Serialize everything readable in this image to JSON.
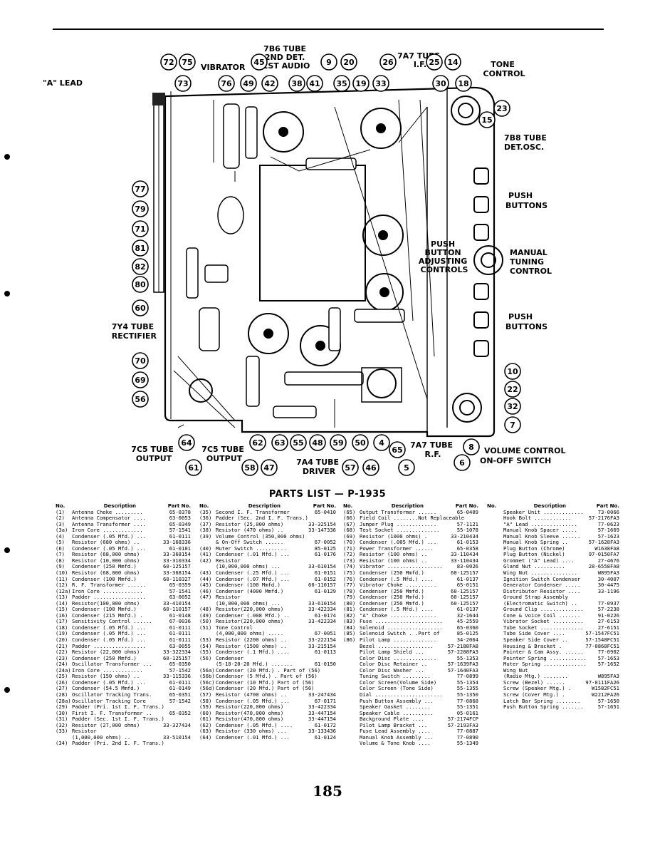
{
  "diagram": {
    "labels": {
      "a_lead": "\"A\" LEAD",
      "vibrator": "VIBRATOR",
      "tube_7b6": [
        "7B6 TUBE",
        "2ND DET.",
        "1ST AUDIO"
      ],
      "tube_7a7_if": [
        "7A7 TUBE",
        "I.F."
      ],
      "tone_control": [
        "TONE",
        "CONTROL"
      ],
      "tube_7b8": [
        "7B8 TUBE",
        "DET.OSC."
      ],
      "push_buttons_upper": [
        "PUSH",
        "BUTTONS"
      ],
      "push_button_adjusting": [
        "PUSH",
        "BUTTON",
        "ADJUSTING",
        "CONTROLS"
      ],
      "manual_tuning": [
        "MANUAL",
        "TUNING",
        "CONTROL"
      ],
      "push_buttons_lower": [
        "PUSH",
        "BUTTONS"
      ],
      "tube_7y4": [
        "7Y4 TUBE",
        "RECTIFIER"
      ],
      "tube_7c5_left": [
        "7C5 TUBE",
        "OUTPUT"
      ],
      "tube_7c5_mid": [
        "7C5 TUBE",
        "OUTPUT"
      ],
      "tube_7a4": [
        "7A4 TUBE",
        "DRIVER"
      ],
      "tube_7a7_rf": [
        "7A7 TUBE",
        "R.F."
      ],
      "volume_control": [
        "VOLUME CONTROL",
        "ON-OFF SWITCH"
      ]
    },
    "callouts": [
      "72",
      "75",
      "45",
      "9",
      "20",
      "26",
      "25",
      "14",
      "73",
      "76",
      "49",
      "42",
      "38",
      "41",
      "35",
      "19",
      "33",
      "30",
      "18",
      "23",
      "15",
      "77",
      "79",
      "71",
      "81",
      "82",
      "80",
      "60",
      "70",
      "69",
      "56",
      "64",
      "61",
      "62",
      "63",
      "55",
      "48",
      "59",
      "50",
      "4",
      "65",
      "8",
      "6",
      "58",
      "47",
      "57",
      "46",
      "5",
      "10",
      "22",
      "32",
      "7"
    ]
  },
  "parts_list": {
    "title": "PARTS LIST — P-1935",
    "headers": {
      "no": "No.",
      "description": "Description",
      "part_no": "Part No."
    },
    "columns": [
      [
        [
          "(1)",
          "Antenna Choke .........",
          "65-0378"
        ],
        [
          "(2)",
          "Antenna Compensator ....",
          "63-0053"
        ],
        [
          "(3)",
          "Antenna Transformer ....",
          "65-0349"
        ],
        [
          "(3a)",
          "Iron Core .............",
          "57-1541"
        ],
        [
          "(4)",
          "Condenser (.05 Mfd.) ...",
          "61-0111"
        ],
        [
          "(5)",
          "Resistor (680 ohms) ..",
          "33-168336"
        ],
        [
          "(6)",
          "Condenser (.05 Mfd.) ...",
          "61-0101"
        ],
        [
          "(7)",
          "Resistor (68,000 ohms)",
          "33-368154"
        ],
        [
          "(8)",
          "Resistor (10,000 ohms)",
          "33-310334"
        ],
        [
          "(9)",
          "Condenser (250 Mmfd.)",
          "60-125157"
        ],
        [
          "(10)",
          "Resistor (68,000 ohms)",
          "33-368154"
        ],
        [
          "(11)",
          "Condenser (100 Mmfd.)",
          "60-110327"
        ],
        [
          "(12)",
          "R. F. Transformer ......",
          "65-0359"
        ],
        [
          "(12a)",
          "Iron Core .............",
          "57-1541"
        ],
        [
          "(13)",
          "Padder .................",
          "63-0052"
        ],
        [
          "(14)",
          "Resistor(100,000 ohms)",
          "33-410154"
        ],
        [
          "(15)",
          "Condenser (100 Mmfd.)",
          "60-110157"
        ],
        [
          "(16)",
          "Condenser (215 Mmfd.) .",
          "61-0148"
        ],
        [
          "(17)",
          "Sensitivity Control ......",
          "67-0036"
        ],
        [
          "(18)",
          "Condenser (.05 Mfd.) ...",
          "61-0111"
        ],
        [
          "(19)",
          "Condenser (.05 Mfd.) ...",
          "61-0111"
        ],
        [
          "(20)",
          "Condenser (.05 Mfd.) ...",
          "61-0111"
        ],
        [
          "(21)",
          "Padder .................",
          "63-0055"
        ],
        [
          "(22)",
          "Resistor (22,000 ohms)",
          "33-322334"
        ],
        [
          "(23)",
          "Condenser (250 Mmfd.)",
          "60-125157"
        ],
        [
          "(24)",
          "Oscillator Transformer ...",
          "65-0350"
        ],
        [
          "(24a)",
          "Iron Core .............",
          "57-1542"
        ],
        [
          "(25)",
          "Resistor (150 ohms) ..",
          "33-115336"
        ],
        [
          "(26)",
          "Condenser (.05 Mfd.) ...",
          "61-0111"
        ],
        [
          "(27)",
          "Condenser (54.5 Mmfd.)",
          "61-0149"
        ],
        [
          "(28)",
          "Oscillator Tracking Trans.",
          "65-0351"
        ],
        [
          "(28a)",
          "Oscillator Tracking Core",
          "57-1542"
        ],
        [
          "(29)",
          "Padder (Pri. 1st I. F. Trans.)",
          ""
        ],
        [
          "(30)",
          "First I. F. Transformer ..",
          "65-0352"
        ],
        [
          "(31)",
          "Padder (Sec. 1st I. F. Trans.)",
          ""
        ],
        [
          "(32)",
          "Resistor (27,000 ohms)",
          "33-327434"
        ],
        [
          "(33)",
          "Resistor",
          ""
        ],
        [
          "",
          "(1,000,000 ohms) ..",
          "33-510154"
        ],
        [
          "(34)",
          "Padder (Pri. 2nd I. F. Trans.)",
          ""
        ]
      ],
      [
        [
          "(35)",
          "Second I. F. Transformer",
          "65-0410"
        ],
        [
          "(36)",
          "Padder (Sec. 2nd I. F. Trans.)",
          ""
        ],
        [
          "(37)",
          "Resistor (25,000 ohms)",
          "33-325154"
        ],
        [
          "(38)",
          "Resistor (470 ohms) ..",
          "33-147336"
        ],
        [
          "(39)",
          "Volume Control (350,000 ohms)",
          ""
        ],
        [
          "",
          "& On-Off Switch ......",
          "67-0052"
        ],
        [
          "(40)",
          "Muter Switch ..........",
          "85-0125"
        ],
        [
          "(41)",
          "Condenser (.01 Mfd.) ...",
          "61-0176"
        ],
        [
          "(42)",
          "Resistor",
          ""
        ],
        [
          "",
          "(10,000,000 ohms) ...",
          "33-610154"
        ],
        [
          "(43)",
          "Condenser (.25 Mfd.) ...",
          "61-0151"
        ],
        [
          "(44)",
          "Condenser (.07 Mfd.) ...",
          "61-0152"
        ],
        [
          "(45)",
          "Condenser (100 Mmfd.)",
          "60-110157"
        ],
        [
          "(46)",
          "Condenser (4000 Mmfd.)",
          "61-0129"
        ],
        [
          "(47)",
          "Resistor",
          ""
        ],
        [
          "",
          "(10,000,000 ohms) ...",
          "33-610154"
        ],
        [
          "(48)",
          "Resistor(220,000 ohms)",
          "33-422334"
        ],
        [
          "(49)",
          "Condenser (.008 Mfd.) ..",
          "61-0174"
        ],
        [
          "(50)",
          "Resistor(220,000 ohms)",
          "33-422334"
        ],
        [
          "(51)",
          "Tone Control",
          ""
        ],
        [
          "",
          "(4,000,000 ohms) .....",
          "67-0051"
        ],
        [
          "(53)",
          "Resistor (2200 ohms) ..",
          "33-222154"
        ],
        [
          "(54)",
          "Resistor (1500 ohms) ..",
          "33-215154"
        ],
        [
          "(55)",
          "Condenser (.1 Mfd.) ....",
          "61-0113"
        ],
        [
          "(56)",
          "Condenser",
          ""
        ],
        [
          "",
          "(5-10-20-20 Mfd.) .......",
          "61-0150"
        ],
        [
          "(56a)",
          "Condenser (20 Mfd.) . Part of (56)",
          ""
        ],
        [
          "(56b)",
          "Condenser (5 Mfd.) . Part of (56)",
          ""
        ],
        [
          "(56c)",
          "Condenser (10 Mfd.) Part of (56)",
          ""
        ],
        [
          "(56d)",
          "Condenser (20 Mfd.) Part of (56)",
          ""
        ],
        [
          "(57)",
          "Resistor (4700 ohms) ..",
          "33-247434"
        ],
        [
          "(58)",
          "Condenser (.05 Mfd.) ...",
          "67-0171"
        ],
        [
          "(59)",
          "Resistor(220,000 ohms)",
          "33-422334"
        ],
        [
          "(60)",
          "Resistor(470,000 ohms)",
          "33-447154"
        ],
        [
          "(61)",
          "Resistor(470,000 ohms)",
          "33-447154"
        ],
        [
          "(62)",
          "Condenser (.05 Mfd.) ....",
          "61-0172"
        ],
        [
          "(63)",
          "Resistor (330 ohms) ...",
          "33-133436"
        ],
        [
          "(64)",
          "Condenser (.01 Mfd.) ...",
          "61-0124"
        ]
      ],
      [
        [
          "(65)",
          "Output Transformer ......",
          "65-0409"
        ],
        [
          "(66)",
          "Field Coil ........Not Replaceable",
          ""
        ],
        [
          "(67)",
          "Jumper Plug .............",
          "57-1121"
        ],
        [
          "(68)",
          "Test Socket ..............",
          "55-1078"
        ],
        [
          "(69)",
          "Resistor (1000 ohms) .",
          "33-210434"
        ],
        [
          "(70)",
          "Condenser (.005 Mfd.) ...",
          "61-0153"
        ],
        [
          "(71)",
          "Power Transformer ......",
          "65-0358"
        ],
        [
          "(72)",
          "Resistor (100 ohms) ..",
          "33-110434"
        ],
        [
          "(73)",
          "Resistor (100 ohms) ..",
          "33-110434"
        ],
        [
          "(74)",
          "Vibrator ..................",
          "83-0026"
        ],
        [
          "(75)",
          "Condenser (250 Mmfd.)",
          "60-125157"
        ],
        [
          "(76)",
          "Condenser (.5 Mfd.) ....",
          "61-0137"
        ],
        [
          "(77)",
          "Vibrator Choke ..........",
          "65-0151"
        ],
        [
          "(78)",
          "Condenser (250 Mmfd.)",
          "60-125157"
        ],
        [
          "(79)",
          "Condenser (250 Mmfd.)",
          "60-125157"
        ],
        [
          "(80)",
          "Condenser (250 Mmfd.)",
          "60-125157"
        ],
        [
          "(81)",
          "Condenser (.5 Mfd.) ....",
          "61-0137"
        ],
        [
          "(82)",
          "\"A\" Choke ...............",
          "32-1644"
        ],
        [
          "(83)",
          "Fuse ......................",
          "45-2559"
        ],
        [
          "(84)",
          "Solenoid ..................",
          "65-0360"
        ],
        [
          "(85)",
          "Solenoid Switch . .Part of",
          "85-0125"
        ],
        [
          "(86)",
          "Pilot Lamp ..............",
          "34-2064"
        ],
        [
          "",
          "Bezel ..................",
          "57-2188FA8"
        ],
        [
          "",
          "Pilot Lamp Shield ...",
          "57-2208FA3"
        ],
        [
          "",
          "Color Disc ..............",
          "55-1353"
        ],
        [
          "",
          "Color Disc Retainer ..",
          "57-1639FA3"
        ],
        [
          "",
          "Color Disc Washer ...",
          "57-1640FA3"
        ],
        [
          "",
          "Tuning Switch .........",
          "77-0899"
        ],
        [
          "",
          "Color Screen(Volume Side)",
          "55-1354"
        ],
        [
          "",
          "Color Screen (Tone Side)",
          "55-1355"
        ],
        [
          "",
          "Dial ......................",
          "55-1350"
        ],
        [
          "",
          "Push Button Assembly ...",
          "77-0868"
        ],
        [
          "",
          "Speaker Gasket ........",
          "55-1351"
        ],
        [
          "",
          "Speaker Cable ..........",
          "05-0161"
        ],
        [
          "",
          "Background Plate ....",
          "57-2174FCP"
        ],
        [
          "",
          "Pilot Lamp Bracket ...",
          "57-2193FA3"
        ],
        [
          "",
          "Fuse Lead Assembly ....",
          "77-0887"
        ],
        [
          "",
          "Manual Knob Assembly ...",
          "77-0890"
        ],
        [
          "",
          "Volume & Tone Knob ....",
          "55-1349"
        ]
      ],
      [
        [
          "",
          "Speaker Unit .............",
          "73-0066"
        ],
        [
          "",
          "Hook Bolt ............",
          "57-2176FA3"
        ],
        [
          "",
          "\"A\" Lead ...............",
          "77-0623"
        ],
        [
          "",
          "Manual Knob Spacer .....",
          "57-1669"
        ],
        [
          "",
          "Manual Knob Sleeve ......",
          "57-1623"
        ],
        [
          "",
          "Manual Knob Spring ..",
          "57-1628FA3"
        ],
        [
          "",
          "Plug Button (Chrome)",
          "W1638FA8"
        ],
        [
          "",
          "Plug Button (Nickel)",
          "97-0150FA7"
        ],
        [
          "",
          "Grommet (\"A\" Lead) ....",
          "27-4676"
        ],
        [
          "",
          "Gland Nut ..........",
          "28-6558FA8"
        ],
        [
          "",
          "Wing Nut ...............",
          "W895FA3"
        ],
        [
          "",
          "Ignition Switch Condenser",
          "30-4007"
        ],
        [
          "",
          "Generator Condenser .....",
          "30-4475"
        ],
        [
          "",
          "Distributor Resistor ....",
          "33-1196"
        ],
        [
          "",
          "Ground Strap Assembly",
          ""
        ],
        [
          "",
          "(Electromatic Switch) ..",
          "77-0937"
        ],
        [
          "",
          "Ground Clip ..............",
          "57-2238"
        ],
        [
          "",
          "Cone & Voice Coil .......",
          "91-0226"
        ],
        [
          "",
          "Vibrator Socket ..........",
          "27-6153"
        ],
        [
          "",
          "Tube Socket ..............",
          "27-6151"
        ],
        [
          "",
          "Tube Side Cover ....",
          "57-1547FC51"
        ],
        [
          "",
          "Speaker Side Cover ..",
          "57-1548FC51"
        ],
        [
          "",
          "Housing & Bracket .",
          "77-0868FC51"
        ],
        [
          "",
          "Pointer & Cam Assy. ......",
          "77-0902"
        ],
        [
          "",
          "Pointer Spring ............",
          "57-1653"
        ],
        [
          "",
          "Muter Spring ..............",
          "57-1652"
        ],
        [
          "",
          "Wing Nut",
          ""
        ],
        [
          "",
          "(Radio Mtg.) ........",
          "W895FA3"
        ],
        [
          "",
          "Screw (Bezel) ......",
          "97-0111FA26"
        ],
        [
          "",
          "Screw (Speaker Mtg.) .",
          "W1582FC51"
        ],
        [
          "",
          "Screw (Cover Mtg.) .",
          "W2212FA26"
        ],
        [
          "",
          "Latch Bar Spring ........",
          "57-1650"
        ],
        [
          "",
          "Push Button Spring .......",
          "57-1651"
        ]
      ]
    ]
  },
  "page_number": "185"
}
